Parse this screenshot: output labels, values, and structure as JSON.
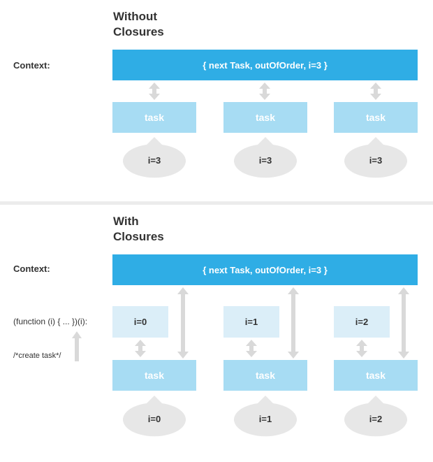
{
  "top": {
    "title_line1": "Without",
    "title_line2": "Closures",
    "context_label": "Context:",
    "context_value": "{ next Task, outOfOrder, i=3 }",
    "tasks": [
      "task",
      "task",
      "task"
    ],
    "bubbles": [
      "i=3",
      "i=3",
      "i=3"
    ]
  },
  "bottom": {
    "title_line1": "With",
    "title_line2": "Closures",
    "context_label": "Context:",
    "context_value": "{ next Task, outOfOrder, i=3 }",
    "code": "(function (i) { ... })(i):",
    "comment": "/*create task*/",
    "closure_values": [
      "i=0",
      "i=1",
      "i=2"
    ],
    "tasks": [
      "task",
      "task",
      "task"
    ],
    "bubbles": [
      "i=0",
      "i=1",
      "i=2"
    ]
  },
  "colors": {
    "context": "#2fade5",
    "task": "#a7dcf3",
    "closure_box": "#dbeef8",
    "bubble": "#e7e7e7",
    "arrow": "#d9d9d9"
  }
}
